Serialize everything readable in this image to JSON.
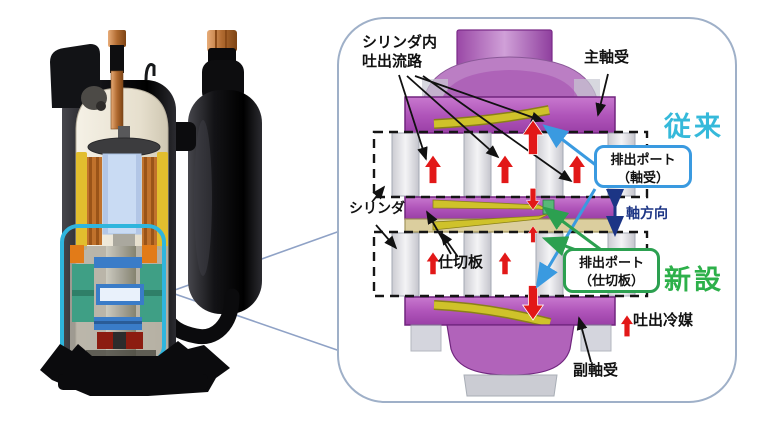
{
  "figure": {
    "left_photo": {
      "subject": "compressor-cutaway-photo",
      "highlight_color": "#2fb5dd"
    },
    "panel": {
      "border_color": "#9fb0c8",
      "labels": {
        "cylinder_discharge_path": [
          "シリンダ内",
          "吐出流路"
        ],
        "main_bearing": "主軸受",
        "conventional": "従来",
        "discharge_port_bearing": [
          "排出ポート",
          "（軸受）"
        ],
        "axis_direction": "軸方向",
        "cylinder": "シリンダ",
        "partition_plate": "仕切板",
        "discharge_port_partition": [
          "排出ポート",
          "（仕切板）"
        ],
        "newly_added": "新設",
        "discharge_refrigerant": "吐出冷媒",
        "sub_bearing": "副軸受"
      },
      "icons": {
        "flow_arrow_up": "red-up-arrow",
        "flow_arrow_down": "red-down-arrow",
        "axis_double_arrow": "navy-vertical-double-arrow"
      },
      "colors": {
        "conventional_text": "#35b9da",
        "newly_added_text": "#2db04a",
        "bearing_port_box_border": "#3a9ae0",
        "partition_port_box_border": "#2ca050",
        "axis_text": "#1c3585",
        "flow_arrow_red": "#e21818",
        "component_purple": "#b55cc0",
        "partition_tan": "#dbce9e",
        "valve_yellow": "#cfc22a",
        "photo_highlight_cyan": "#2fb5dd"
      }
    }
  }
}
